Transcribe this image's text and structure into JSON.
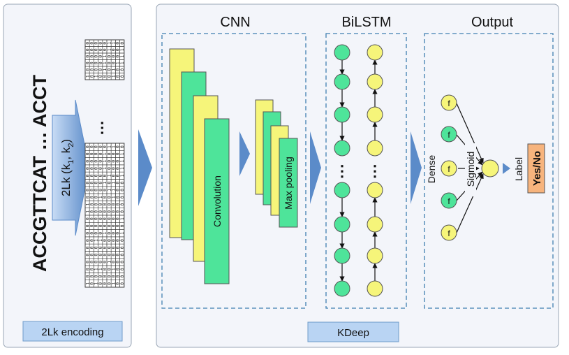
{
  "left_panel": {
    "sequence": "ACCGTTCAT … ACCT",
    "encoding_arrow_text": "2Lk (k",
    "encoding_k1": "1",
    "encoding_mid": ", k",
    "encoding_k2": "2",
    "encoding_close": ")",
    "ellipsis": "…",
    "caption": "2Lk encoding"
  },
  "matrix_top": [
    "000001100",
    "000001001",
    "000010001",
    "000010011",
    "000010100",
    "101000100"
  ],
  "matrix_bottom": [
    "000001100",
    "000010001",
    "000010001",
    "000010001",
    "000001001",
    "000010100",
    "000001100",
    "000100100",
    "100000000",
    "100000000",
    "000000001",
    "000000000",
    "000010001",
    "001100000",
    "000000000",
    "000000000",
    "000001000",
    "001100100",
    "000000000",
    "101000100"
  ],
  "cnn": {
    "title": "CNN",
    "convolution_label": "Convolution",
    "max_pooling_label": "Max pooling"
  },
  "bilstm": {
    "title": "BiLSTM",
    "ellipsis": "⋮"
  },
  "output": {
    "title": "Output",
    "dense_label": "Dense",
    "sigmoid_label": "Sigmoid",
    "label_text": "Label",
    "node_symbol": "f",
    "result": "Yes/No"
  },
  "main_caption": "KDeep",
  "colors": {
    "yellow": "#f6f57a",
    "green": "#4ee49a",
    "orange": "#f7b47d",
    "blue_arrow": "#5b8bc9",
    "panel_bg": "#f3f5fa",
    "caption_bg": "#b9d4f3",
    "dashed_border": "#3f7fb0"
  }
}
